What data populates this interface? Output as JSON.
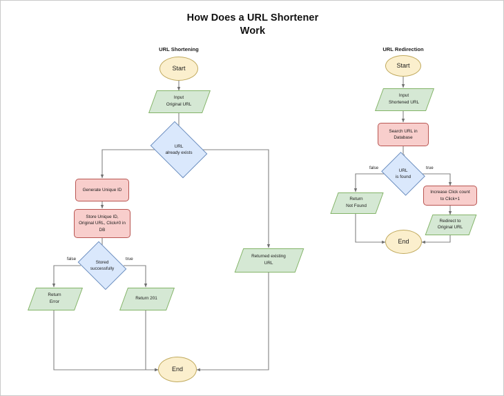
{
  "diagram": {
    "title": "How Does a URL Shortener\nWork",
    "title_line1": "How Does a URL Shortener",
    "title_line2": "Work",
    "colors": {
      "terminator_fill": "#fbefcd",
      "terminator_stroke": "#c0a95c",
      "process_fill": "#f8cecc",
      "process_stroke": "#b85450",
      "decision_fill": "#dae8fc",
      "decision_stroke": "#6c8ebf",
      "data_fill": "#d5e8d4",
      "data_stroke": "#82b366",
      "edge_stroke": "#808080",
      "canvas_border": "#c8c8c8",
      "background": "#ffffff"
    },
    "sections": [
      {
        "label": "URL Shortening"
      },
      {
        "label": "URL Redirection"
      }
    ],
    "shortening": {
      "start": "Start",
      "input": "Input\nOriginal URL",
      "decision_exists": "URL\nalready exists",
      "generate_id": "Generate Unique ID",
      "store": "Store Unique ID,\nOriginal URL, Click#0 in\nDB",
      "decision_stored": "Stored\nsuccessfully",
      "label_false": "false",
      "label_true": "true",
      "return_error": "Return\nError",
      "return_201": "Return 201",
      "returned_existing": "Returned existing\nURL",
      "end": "End"
    },
    "redirection": {
      "start": "Start",
      "input": "Input\nShortened URL",
      "search": "Search URL in\nDatabase",
      "decision_found": "URL\nis found",
      "label_false": "false",
      "label_true": "true",
      "return_not_found": "Return\nNot Found",
      "increase_click": "Increase Click count\nto Click+1",
      "redirect": "Redirect to\nOriginal URL",
      "end": "End"
    }
  }
}
